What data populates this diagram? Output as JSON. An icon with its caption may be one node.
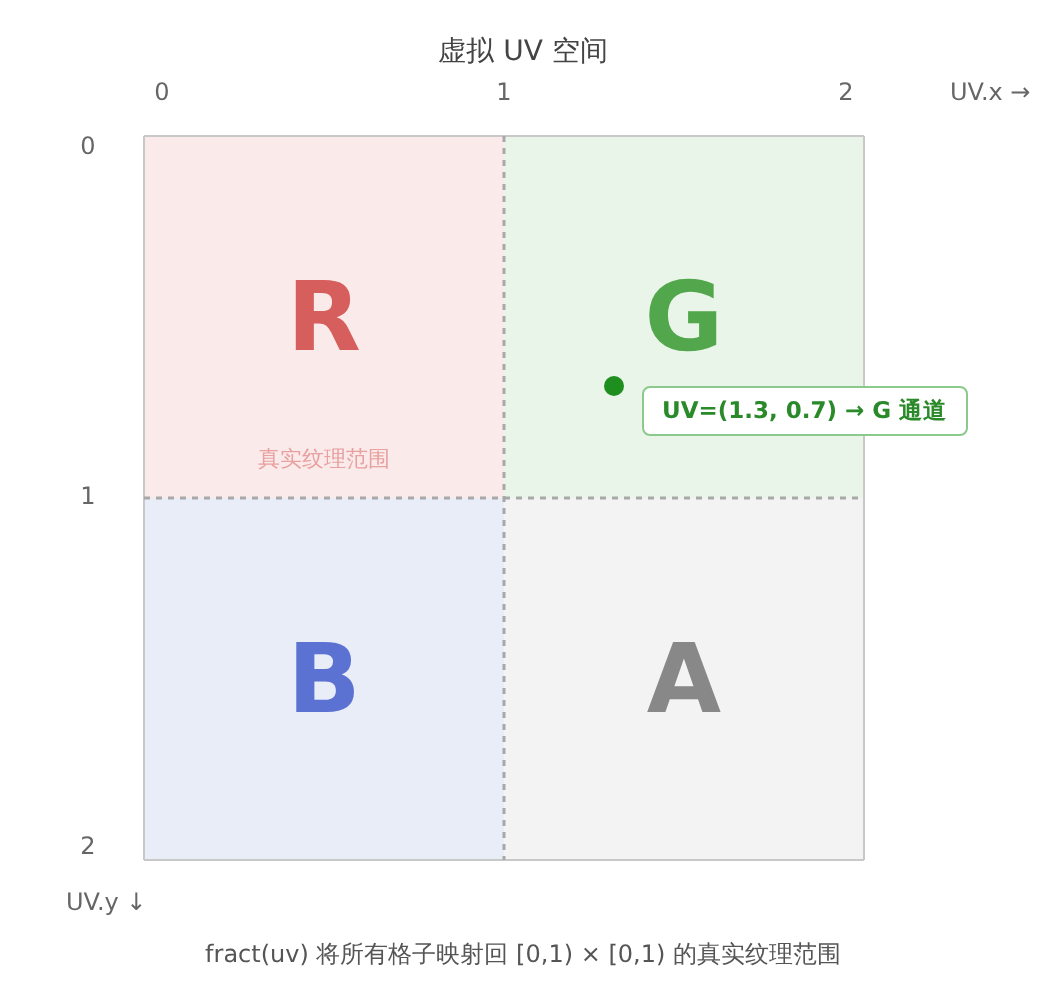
{
  "diagram": {
    "title": "虚拟 UV 空间",
    "caption": "fract(uv) 将所有格子映射回 [0,1) × [0,1) 的真实纹理范围",
    "nodes": [
      {
        "text": [
          "R",
          "真实纹理范围"
        ]
      },
      {
        "text": [
          "G"
        ]
      },
      {
        "text": [
          "B"
        ]
      },
      {
        "text": [
          "A"
        ]
      },
      {
        "text": [],
        "shape": "circle",
        "in": 1
      },
      {
        "text": [
          "UV=(1.3, 0.7) → G 通道"
        ]
      }
    ],
    "labels": [
      "0",
      "1",
      "2",
      "UV.x →",
      "0",
      "1",
      "2",
      "UV.y ↓"
    ]
  }
}
